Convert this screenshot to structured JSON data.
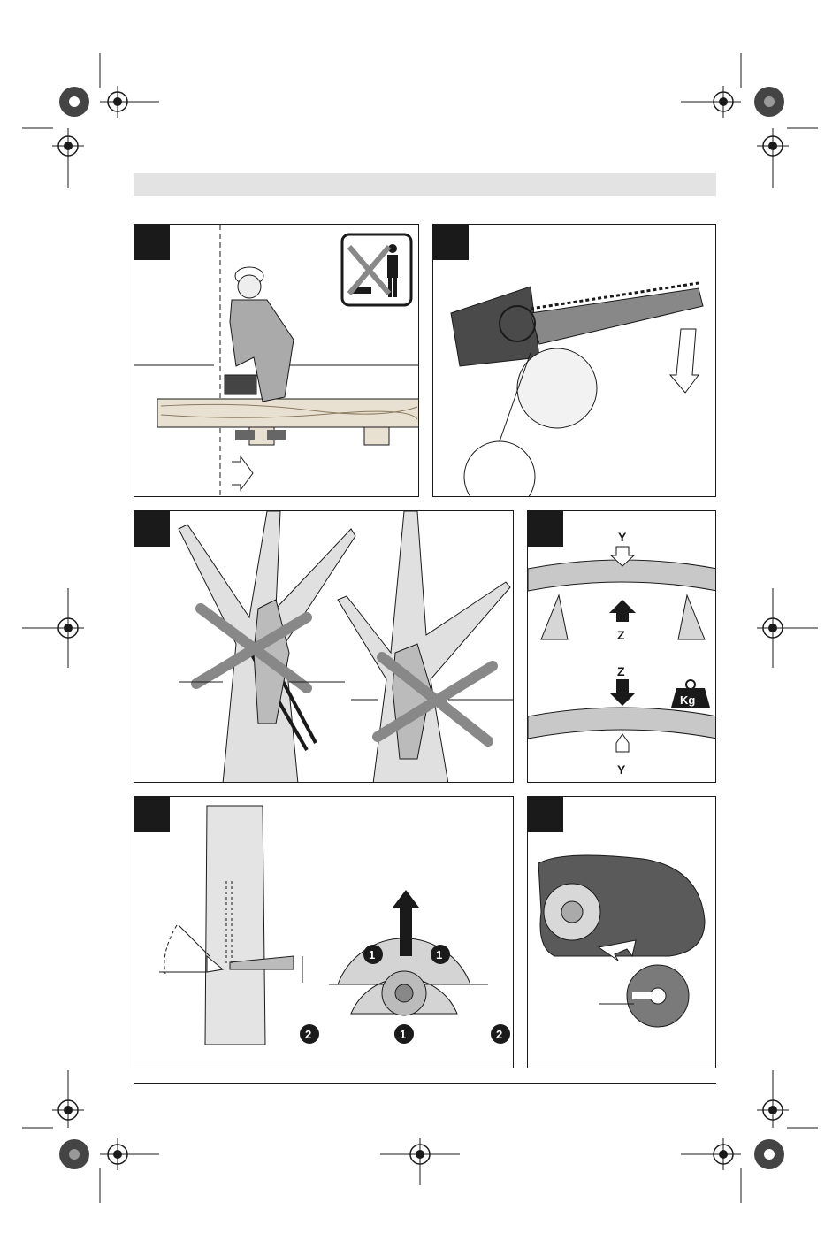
{
  "labels": {
    "compression_top": "Y",
    "compression_bottom": "Z",
    "tension_top": "Z",
    "tension_bottom": "Y",
    "weight": "Kg",
    "zone_one": "1",
    "zone_two": "2"
  },
  "colors": {
    "ink": "#1a1a1a",
    "light_gray": "#d6d6d6",
    "mid_gray": "#9a9a9a",
    "dark_gray": "#5a5a5a",
    "band": "#e3e3e3"
  },
  "icons": [
    "registration-mark-icon",
    "no-bystanders-icon",
    "weight-icon",
    "direction-arrow-icon"
  ]
}
